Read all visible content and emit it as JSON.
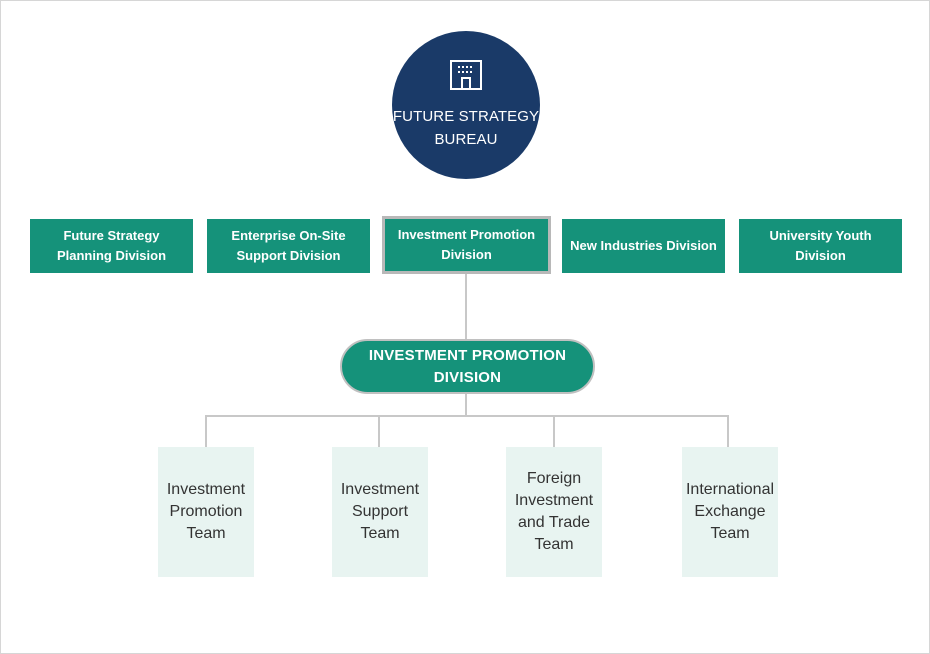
{
  "bureau": {
    "title": "FUTURE STRATEGY BUREAU",
    "icon": "building-icon",
    "color": "#1a3a68"
  },
  "divisions": [
    {
      "label": "Future Strategy Planning Division",
      "active": false
    },
    {
      "label": "Enterprise On-Site Support Division",
      "active": false
    },
    {
      "label": "Investment Promotion Division",
      "active": true
    },
    {
      "label": "New Industries Division",
      "active": false
    },
    {
      "label": "University Youth Division",
      "active": false
    }
  ],
  "selected_division": {
    "title": "INVESTMENT PROMOTION DIVISION"
  },
  "teams": [
    {
      "label": "Investment Promotion Team"
    },
    {
      "label": "Investment Support Team"
    },
    {
      "label": "Foreign Investment and Trade Team"
    },
    {
      "label": "International Exchange Team"
    }
  ],
  "colors": {
    "division_green": "#15927a",
    "team_bg": "#e8f4f1",
    "connector": "#c8c8c8"
  }
}
